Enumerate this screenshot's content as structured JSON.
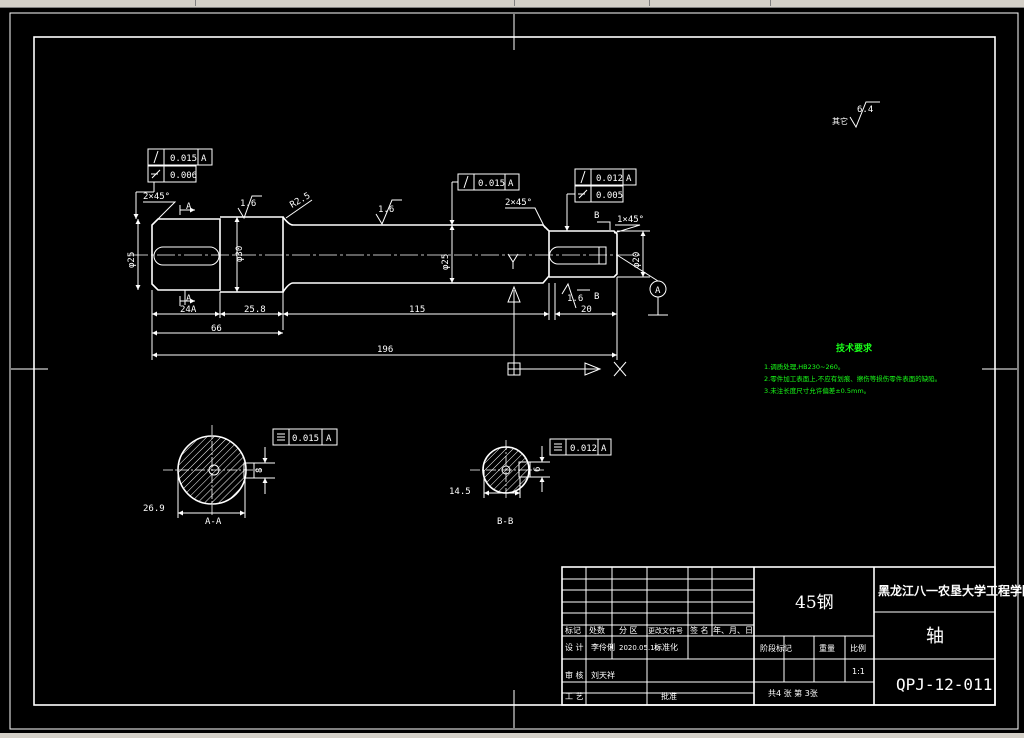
{
  "dimensions": {
    "len_24a": "24A",
    "len_66": "66",
    "len_25_8": "25.8",
    "len_115": "115",
    "len_20": "20",
    "len_196": "196",
    "chamfer_left": "2×45°",
    "chamfer_mid": "2×45°",
    "chamfer_right": "1×45°",
    "dia_left": "φ25",
    "dia_30": "φ30",
    "dia_mid": "φ25",
    "dia_right": "φ20",
    "radius": "R2.5"
  },
  "roughness": {
    "r1": "1.6",
    "r2": "1.6",
    "r3": "1.6",
    "other_label": "其它",
    "other_value": "6.4"
  },
  "tolerance_frames": {
    "left_runout": "0.015",
    "left_runout_ref": "A",
    "left_cyl": "0.006",
    "mid_runout": "0.015",
    "mid_runout_ref": "A",
    "right_runout": "0.012",
    "right_runout_ref": "A",
    "right_cyl": "0.005",
    "sec_a_sym": "0.015",
    "sec_a_ref": "A",
    "sec_b_sym": "0.012",
    "sec_b_ref": "A"
  },
  "datum": {
    "label": "A"
  },
  "section_marks": {
    "a_top": "A",
    "a_bottom": "A",
    "b_top": "B",
    "b_bottom": "B"
  },
  "sections": {
    "a_label": "A-A",
    "a_depth": "26.9",
    "a_width": "8",
    "b_label": "B-B",
    "b_depth": "14.5",
    "b_width": "6"
  },
  "tech_requirements": {
    "title": "技术要求",
    "items": [
      "1.调质处理,HB230~260。",
      "2.零件加工表面上,不应有划痕、擦伤等损伤零件表面的缺陷。",
      "3.未注长度尺寸允许偏差±0.5mm。"
    ]
  },
  "title_block": {
    "material": "45钢",
    "school": "黑龙江八一农垦大学工程学院",
    "part_name": "轴",
    "drawing_number": "QPJ-12-011",
    "scale_label": "比例",
    "scale_value": "1:1",
    "weight_label": "重量",
    "stage_label": "阶段标记",
    "sheets_text": "共4 张  第 3张",
    "rev_headers": [
      "标记",
      "处数",
      "分 区",
      "更改文件号",
      "签 名",
      "年、月、日"
    ],
    "design_label": "设 计",
    "designer": "李伶俐",
    "design_date": "2020.05.10",
    "standardize_label": "标准化",
    "check_label": "审 核",
    "checker": "刘天祥",
    "process_label": "工 艺",
    "approve_label": "批准"
  }
}
